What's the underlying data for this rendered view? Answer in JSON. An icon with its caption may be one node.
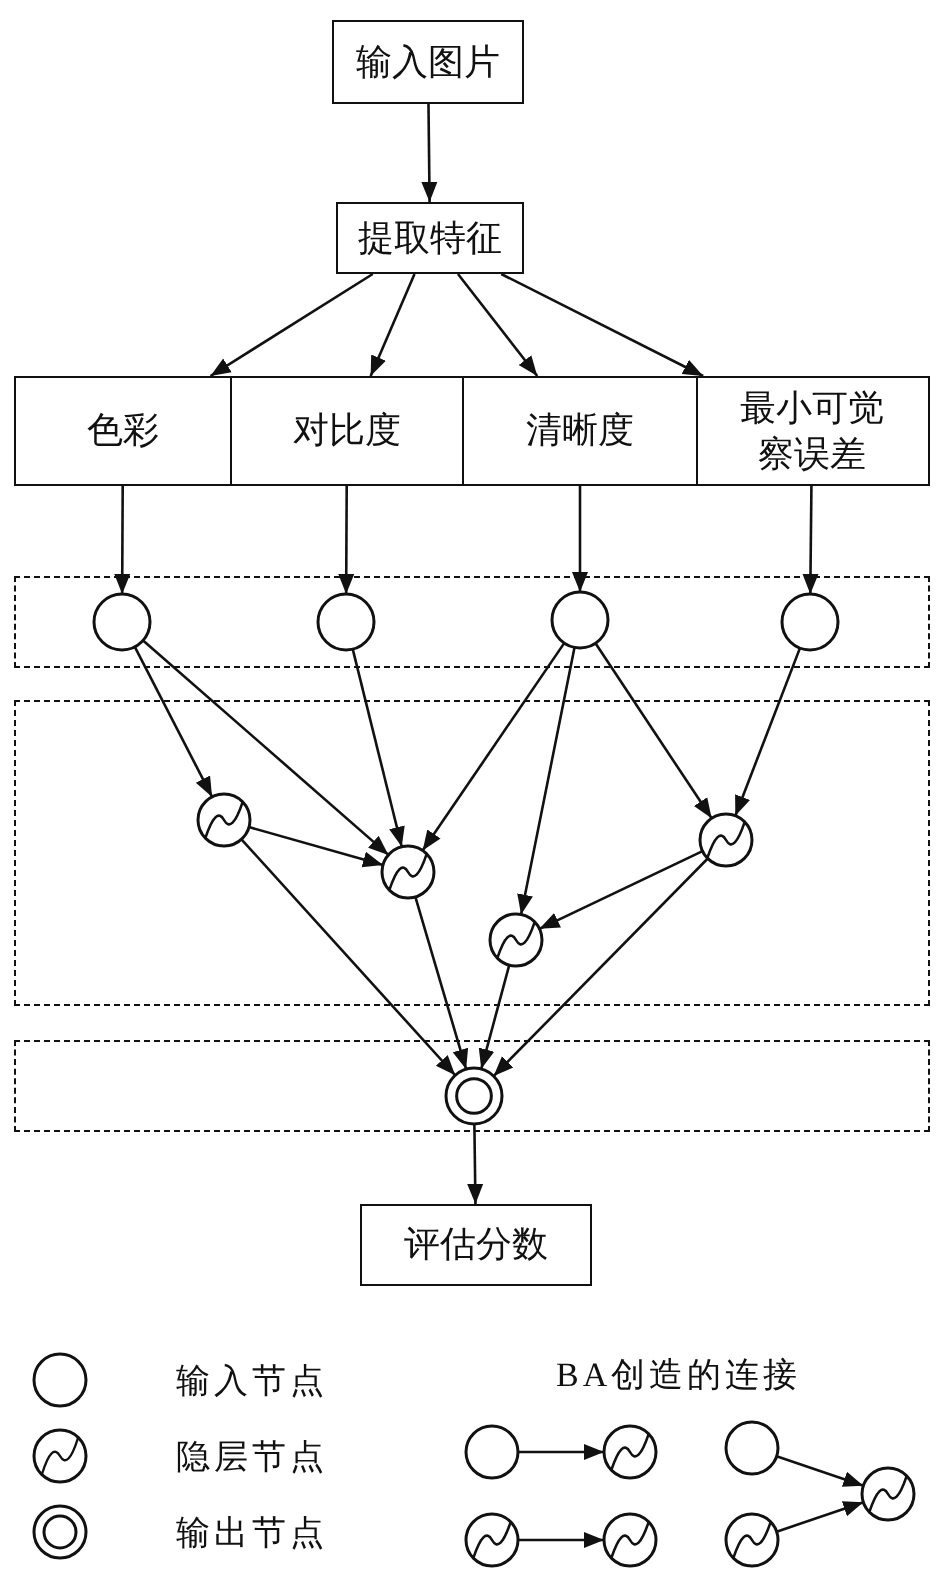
{
  "diagram": {
    "nodes": [
      {
        "text": [
          "输入图片"
        ]
      },
      {
        "text": [
          "提取特征"
        ]
      },
      {
        "text": [
          "色彩"
        ]
      },
      {
        "text": [
          "对比度"
        ]
      },
      {
        "text": [
          "清晰度"
        ]
      },
      {
        "text": [
          "最小可觉察误差"
        ]
      },
      {
        "text": [],
        "shape": "box"
      },
      {
        "text": [],
        "shape": "box"
      },
      {
        "text": [],
        "shape": "box"
      },
      {
        "text": [],
        "shape": "circle",
        "in": 6
      },
      {
        "text": [],
        "shape": "circle",
        "in": 6
      },
      {
        "text": [],
        "shape": "circle",
        "in": 6
      },
      {
        "text": [],
        "shape": "circle",
        "in": 6
      },
      {
        "text": [],
        "shape": "circle",
        "in": 7
      },
      {
        "text": [],
        "shape": "circle",
        "in": 7
      },
      {
        "text": [],
        "shape": "circle",
        "in": 7
      },
      {
        "text": [],
        "shape": "circle",
        "in": 7
      },
      {
        "text": [],
        "shape": "circle",
        "in": 8
      },
      {
        "text": [
          "评估分数"
        ]
      },
      {
        "text": [],
        "shape": "circle"
      },
      {
        "text": [],
        "shape": "circle"
      },
      {
        "text": [],
        "shape": "circle"
      },
      {
        "text": [],
        "shape": "circle"
      },
      {
        "text": [],
        "shape": "circle"
      },
      {
        "text": [],
        "shape": "circle"
      },
      {
        "text": [],
        "shape": "circle"
      }
    ],
    "edges": [
      {
        "from": 0,
        "to": 1,
        "arrow": "to"
      },
      {
        "from": 1,
        "to": 2,
        "arrow": "to"
      },
      {
        "from": 1,
        "to": 3,
        "arrow": "to"
      },
      {
        "from": 1,
        "to": 4,
        "arrow": "to"
      },
      {
        "from": 1,
        "to": 5,
        "arrow": "to"
      },
      {
        "from": 2,
        "to": 9,
        "arrow": "to"
      },
      {
        "from": 3,
        "to": 10,
        "arrow": "to"
      },
      {
        "from": 4,
        "to": 11,
        "arrow": "to"
      },
      {
        "from": 5,
        "to": 12,
        "arrow": "to"
      },
      {
        "from": 9,
        "to": 13,
        "arrow": "to"
      },
      {
        "from": 9,
        "to": 14,
        "arrow": "to"
      },
      {
        "from": 10,
        "to": 14,
        "arrow": "to"
      },
      {
        "from": 11,
        "to": 14,
        "arrow": "to"
      },
      {
        "from": 11,
        "to": 15,
        "arrow": "to"
      },
      {
        "from": 11,
        "to": 16,
        "arrow": "to"
      },
      {
        "from": 12,
        "to": 16,
        "arrow": "to"
      },
      {
        "from": 13,
        "to": 14,
        "arrow": "to"
      },
      {
        "from": 16,
        "to": 15,
        "arrow": "to"
      },
      {
        "from": 13,
        "to": 17,
        "arrow": "to"
      },
      {
        "from": 14,
        "to": 17,
        "arrow": "to"
      },
      {
        "from": 15,
        "to": 17,
        "arrow": "to"
      },
      {
        "from": 16,
        "to": 17,
        "arrow": "to"
      },
      {
        "from": 17,
        "to": 18,
        "arrow": "to"
      },
      {
        "from": 19,
        "to": 20,
        "arrow": "to"
      },
      {
        "from": 21,
        "to": 22,
        "arrow": "to"
      },
      {
        "from": 23,
        "to": 25,
        "arrow": "to"
      },
      {
        "from": 24,
        "to": 25,
        "arrow": "to"
      }
    ],
    "legend": [
      {
        "text": "输入节点"
      },
      {
        "text": "隐层节点"
      },
      {
        "text": "输出节点"
      },
      {
        "text": "BA创造的连接"
      }
    ]
  }
}
